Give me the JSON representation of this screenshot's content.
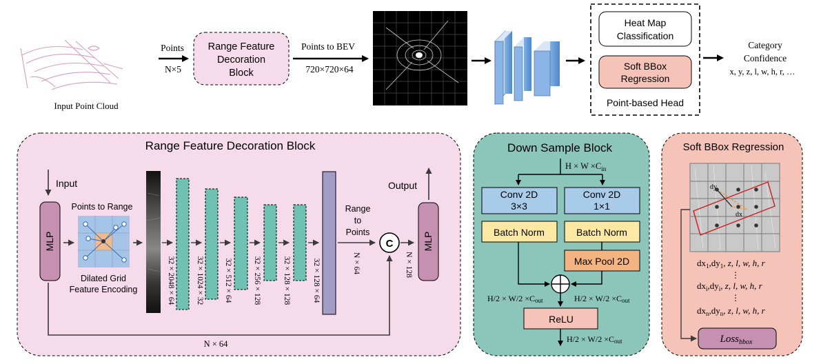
{
  "top": {
    "input_label": "Input Point Cloud",
    "points_label": "Points",
    "points_dim": "N×5",
    "rfd_block": [
      "Range Feature",
      "Decoration",
      "Block"
    ],
    "to_bev_label": "Points to BEV",
    "bev_dim": "720×720×64",
    "heatmap_box": [
      "Heat Map",
      "Classification"
    ],
    "softbbox_box": [
      "Soft BBox",
      "Regression"
    ],
    "head_label": "Point-based  Head",
    "output_lines": [
      "Category",
      "Confidence",
      "x,  y,  z,  l,  w,  h,  r,  …"
    ]
  },
  "rfd": {
    "title": "Range Feature Decoration Block",
    "input": "Input",
    "mlp": "MLP",
    "points_to_range": "Points to Range",
    "grid_caption": [
      "Dilated Grid",
      "Feature Encoding"
    ],
    "dims": [
      "32 × 2048 × 64",
      "32 × 1024 × 32",
      "32 × 512 × 64",
      "32 × 256 × 128",
      "32 × 128 × 128",
      "32 × 128 × 64"
    ],
    "range_to_points": [
      "Range",
      "to",
      "Points"
    ],
    "concat": "C",
    "n64_vertical": "N × 64",
    "n128": "N × 128",
    "output": "Output",
    "mlp_out": "MLP",
    "skip_label": "N × 64"
  },
  "down": {
    "title": "Down Sample Block",
    "input_dim": "H × W ×C",
    "input_sub": "in",
    "conv_a": [
      "Conv 2D",
      "3×3"
    ],
    "conv_b": [
      "Conv 2D",
      "1×1"
    ],
    "bn_a": "Batch Norm",
    "bn_b": "Batch Norm",
    "maxpool": "Max Pool 2D",
    "half_left": "H/2 × W/2 ×C",
    "half_right": "H/2 × W/2 ×C",
    "half_out": "H/2 × W/2 ×C",
    "out_sub": "out",
    "relu": "ReLU"
  },
  "softbbox": {
    "title": "Soft BBox Regression",
    "dy": "dy",
    "dx": "dx",
    "row1": [
      "dx",
      "1",
      ",dy",
      "1",
      ", z, l, w, h, r"
    ],
    "rowi": [
      "dx",
      "i",
      ",dy",
      "i",
      ", z, l, w, h, r"
    ],
    "rown": [
      "dx",
      "n",
      ",dy",
      "n",
      ", z, l, w, h, r"
    ],
    "vdots": "⋮",
    "loss": "Loss",
    "loss_sub": "bbox"
  },
  "colors": {
    "pink_panel": "#f6dbeb",
    "teal_panel": "#8cc6bb",
    "salmon_panel": "#f6c3b8",
    "mlp": "#c690b0",
    "dashed_teal": "#6fc1b1",
    "lavender": "#a39cc6",
    "blue_box": "#a9cbea",
    "yellow_box": "#fde8a4",
    "orange_box": "#f4b482",
    "relu_box": "#f6c3b8"
  }
}
